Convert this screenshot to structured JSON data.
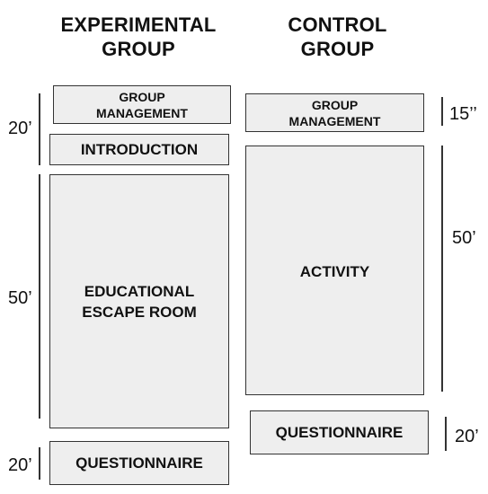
{
  "headings": {
    "experimental": "EXPERIMENTAL\nGROUP",
    "control": "CONTROL\nGROUP"
  },
  "experimental": {
    "boxes": {
      "group_management": "GROUP\nMANAGEMENT",
      "introduction": "INTRODUCTION",
      "escape_room": "EDUCATIONAL\nESCAPE ROOM",
      "questionnaire": "QUESTIONNAIRE"
    },
    "times": {
      "setup": "20’",
      "activity": "50’",
      "questionnaire": "20’"
    }
  },
  "control": {
    "boxes": {
      "group_management": "GROUP\nMANAGEMENT",
      "activity": "ACTIVITY",
      "questionnaire": "QUESTIONNAIRE"
    },
    "times": {
      "setup": "15’’",
      "activity": "50’",
      "questionnaire": "20’"
    }
  },
  "colors": {
    "box_fill": "#eeeeee",
    "box_border": "#333333",
    "text": "#111111"
  }
}
